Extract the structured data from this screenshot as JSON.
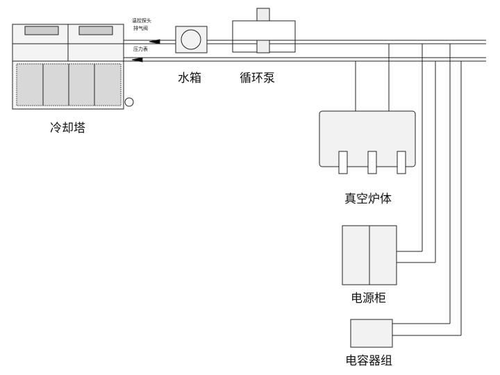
{
  "labels": {
    "cooling_tower": "冷却塔",
    "water_tank": "水箱",
    "circulation_pump": "循环泵",
    "vacuum_furnace": "真空炉体",
    "power_cabinet": "电源柜",
    "capacitor_bank": "电容器组"
  },
  "small_labels": {
    "temp_probe": "温控探头",
    "vent_valve": "排气阀",
    "pressure_gauge": "压力表"
  },
  "colors": {
    "line": "#222222",
    "equipment_fill": "#f2f2f2"
  }
}
